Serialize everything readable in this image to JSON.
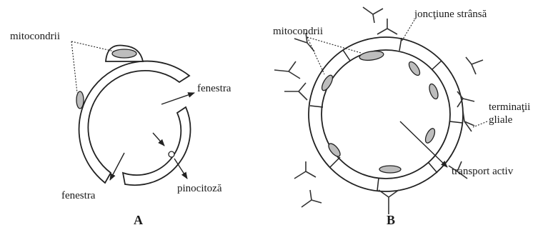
{
  "panel_a": {
    "label": "A",
    "mitochondria_label": "mitocondrii",
    "fenestra_label_upper": "fenestra",
    "fenestra_label_lower": "fenestra",
    "pinocytosis_label": "pinocitoză"
  },
  "panel_b": {
    "label": "B",
    "mitochondria_label": "mitocondrii",
    "tight_junction_label": "joncţiune strânsă",
    "glial_label_line1": "terminaţii",
    "glial_label_line2": "gliale",
    "active_transport_label": "transport activ"
  }
}
